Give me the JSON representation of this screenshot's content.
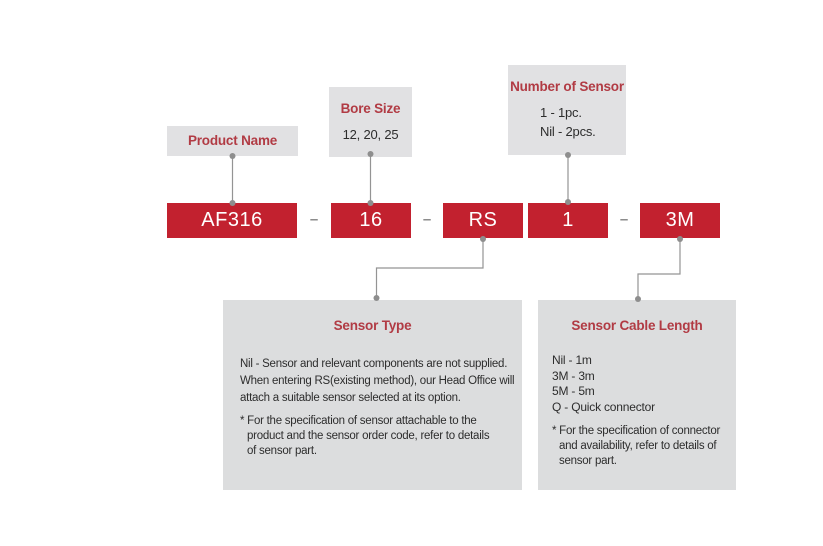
{
  "diagram": {
    "code_row": {
      "separator": "–",
      "segments": [
        {
          "label": "AF316"
        },
        {
          "label": "16"
        },
        {
          "label": "RS"
        },
        {
          "label": "1"
        },
        {
          "label": "3M"
        }
      ]
    },
    "callouts": {
      "product_name": {
        "title": "Product Name"
      },
      "bore_size": {
        "title": "Bore Size",
        "values": "12, 20, 25"
      },
      "number_of_sensor": {
        "title": "Number of Sensor",
        "lines": [
          "1 - 1pc.",
          "Nil - 2pcs."
        ]
      }
    },
    "panels": {
      "sensor_type": {
        "title": "Sensor Type",
        "body_lines": [
          "Nil - Sensor and relevant components are not supplied.",
          "When entering RS(existing method), our Head Office will",
          "attach a suitable sensor selected at its option."
        ],
        "note_lines": [
          "* For the specification of sensor attachable to the",
          "product and the sensor order code, refer to details",
          "of sensor part."
        ]
      },
      "sensor_cable_length": {
        "title": "Sensor Cable Length",
        "lines": [
          "Nil - 1m",
          "3M - 3m",
          "5M - 5m",
          "Q - Quick connector"
        ],
        "note_lines": [
          "* For the specification of connector",
          "and availability, refer to details of",
          "sensor part."
        ]
      }
    },
    "colors": {
      "code_box_red": "#c2212f",
      "heading_red": "#b13b44",
      "callout_gray": "#e1e1e3",
      "panel_gray": "#dcddde",
      "connector_gray": "#949494",
      "body_text": "#2d2d2d"
    }
  }
}
